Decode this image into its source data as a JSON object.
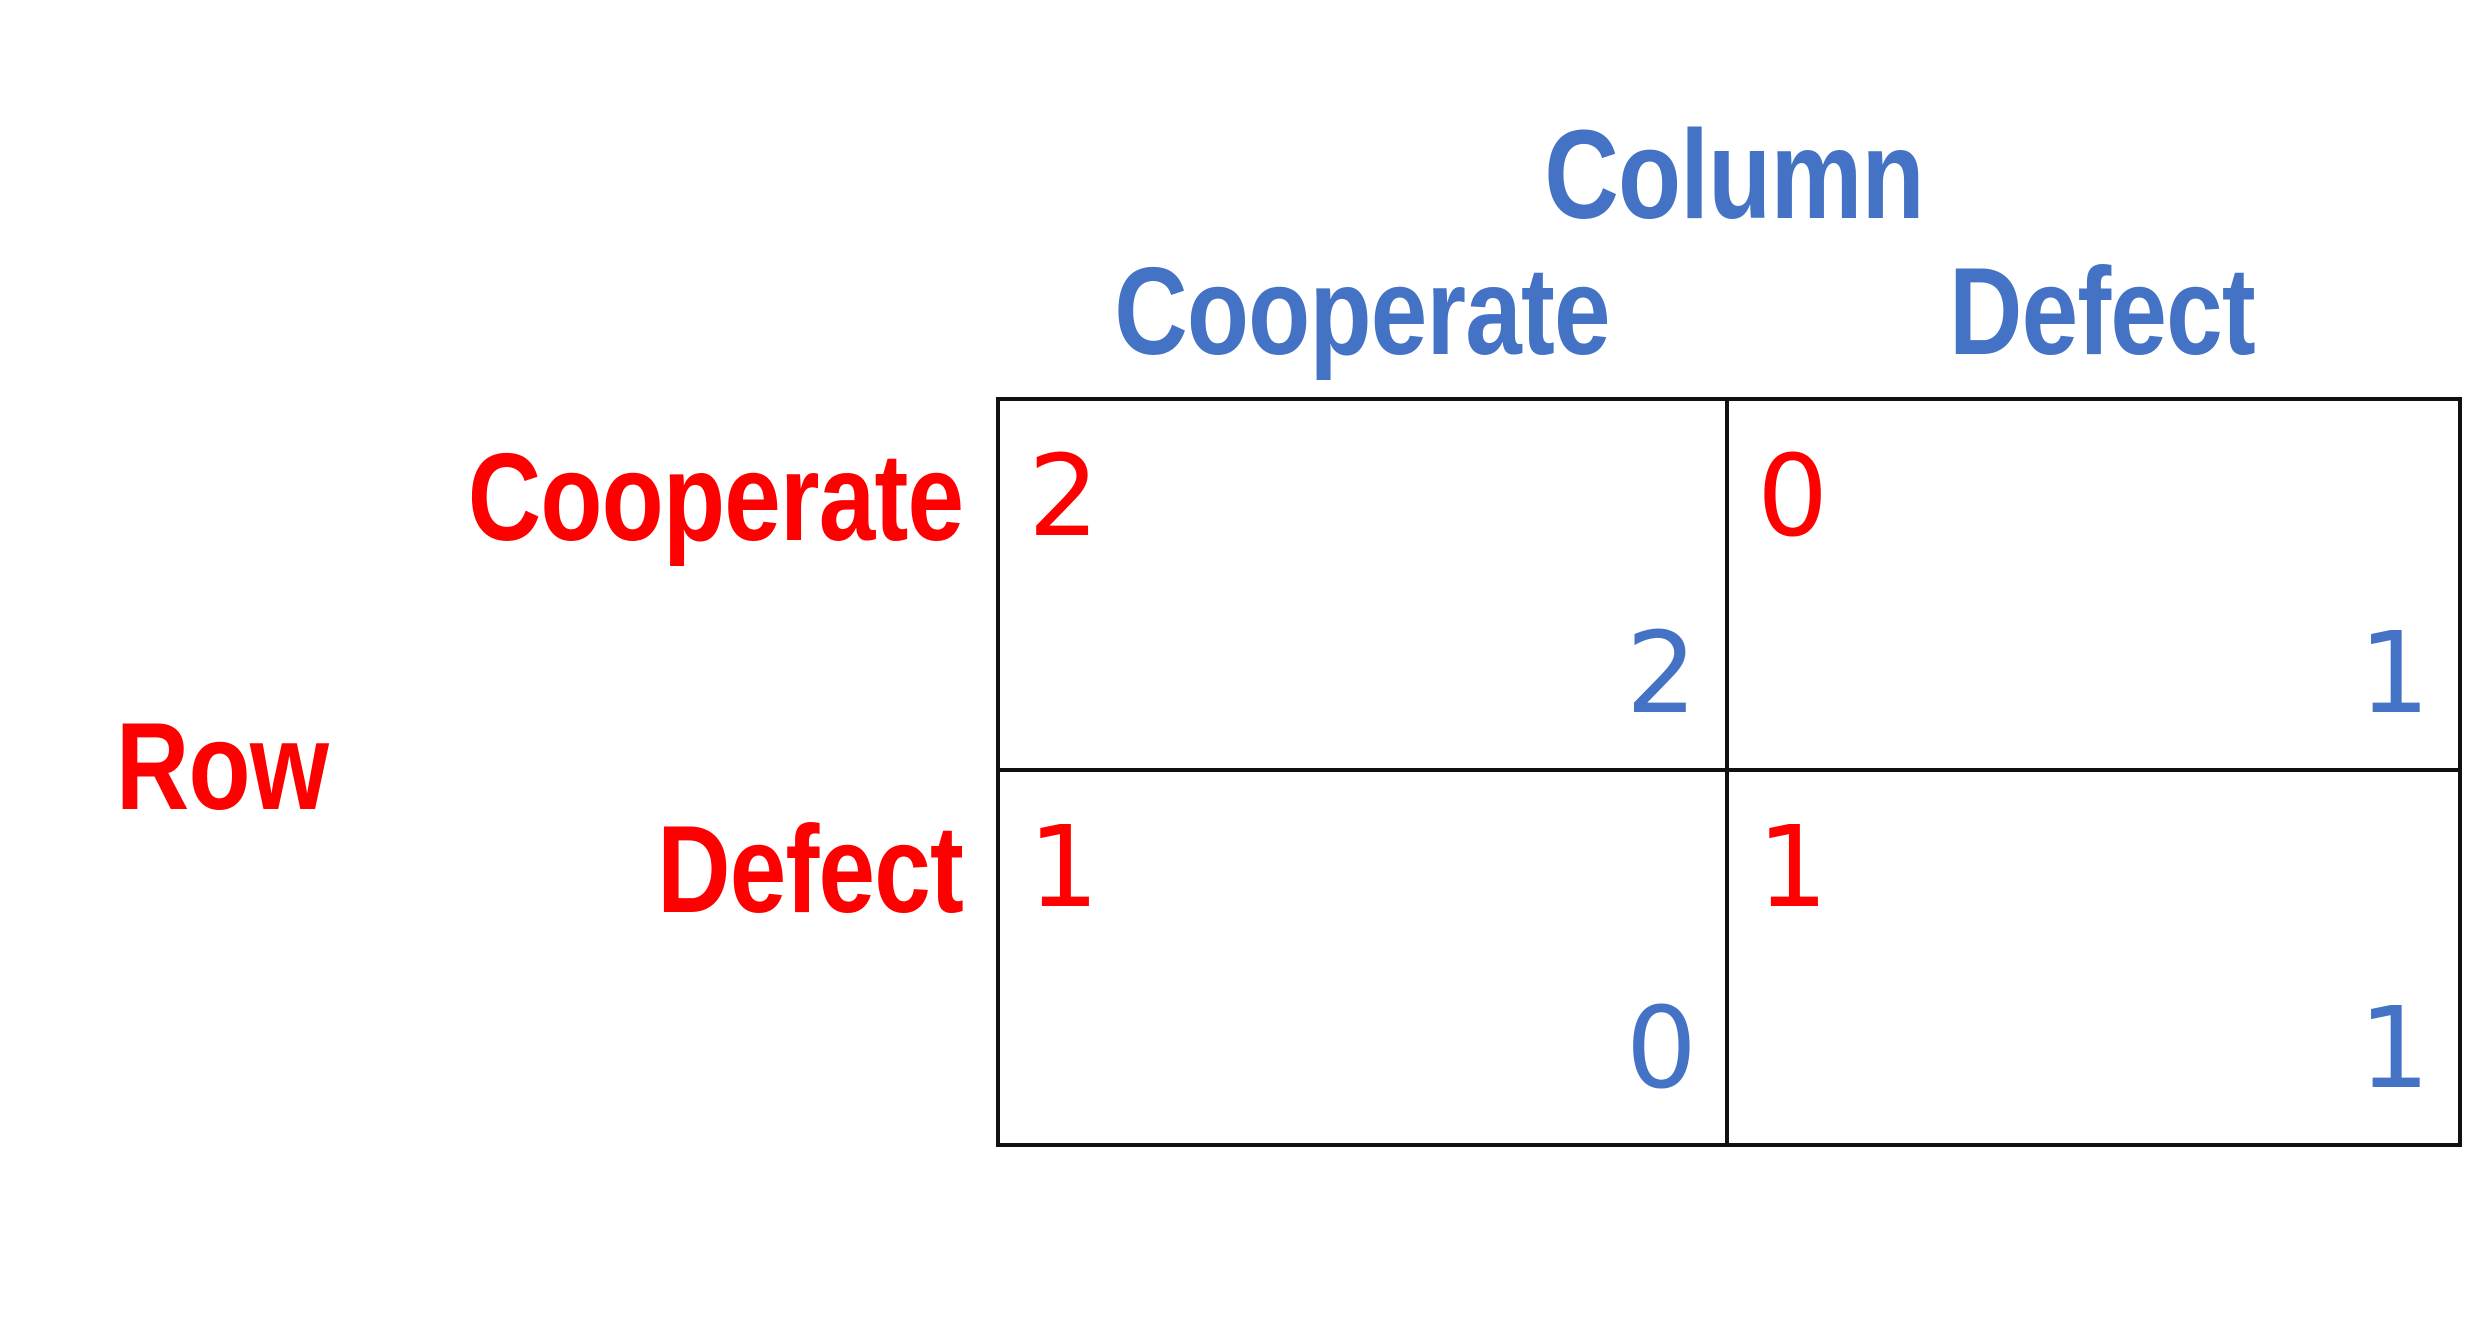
{
  "colors": {
    "row_player": "#ff0000",
    "column_player": "#4472c4",
    "grid_lines": "#111111"
  },
  "column_player": {
    "name": "Column",
    "strategies": [
      "Cooperate",
      "Defect"
    ]
  },
  "row_player": {
    "name": "Row",
    "strategies": [
      "Cooperate",
      "Defect"
    ]
  },
  "payoffs": [
    [
      {
        "row": "2",
        "column": "2"
      },
      {
        "row": "0",
        "column": "1"
      }
    ],
    [
      {
        "row": "1",
        "column": "0"
      },
      {
        "row": "1",
        "column": "1"
      }
    ]
  ]
}
